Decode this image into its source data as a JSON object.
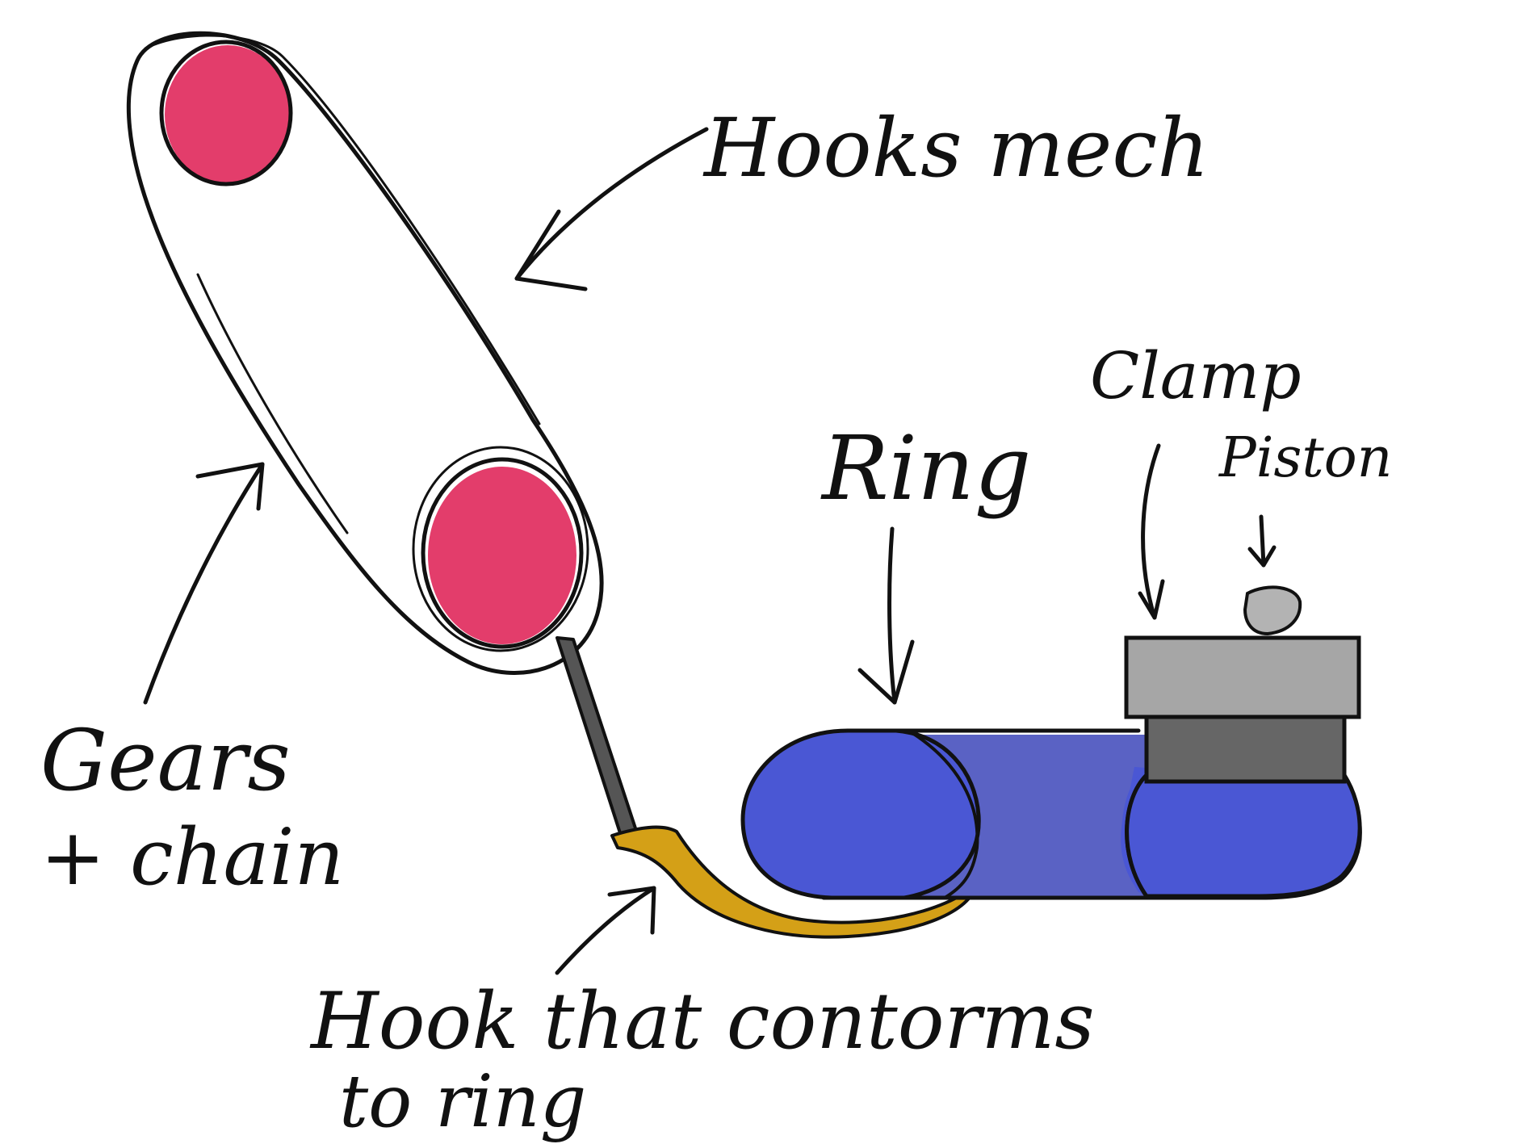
{
  "labels": {
    "hooks_mech": "Hooks mech",
    "gears_line1": "Gears",
    "gears_line2": "+ chain",
    "hook_line1": "Hook that contorms",
    "hook_line2": "to ring",
    "ring": "Ring",
    "clamp": "Clamp",
    "piston": "Piston"
  },
  "colors": {
    "ink": "#111111",
    "gear": "#e33d6b",
    "ring_blue": "#4a57d4",
    "ring_mid": "#5a62c4",
    "clamp_light": "#a6a6a6",
    "clamp_dark": "#666666",
    "piston": "#b3b3b3",
    "hook_gold": "#d4a017",
    "rod": "#555555"
  }
}
